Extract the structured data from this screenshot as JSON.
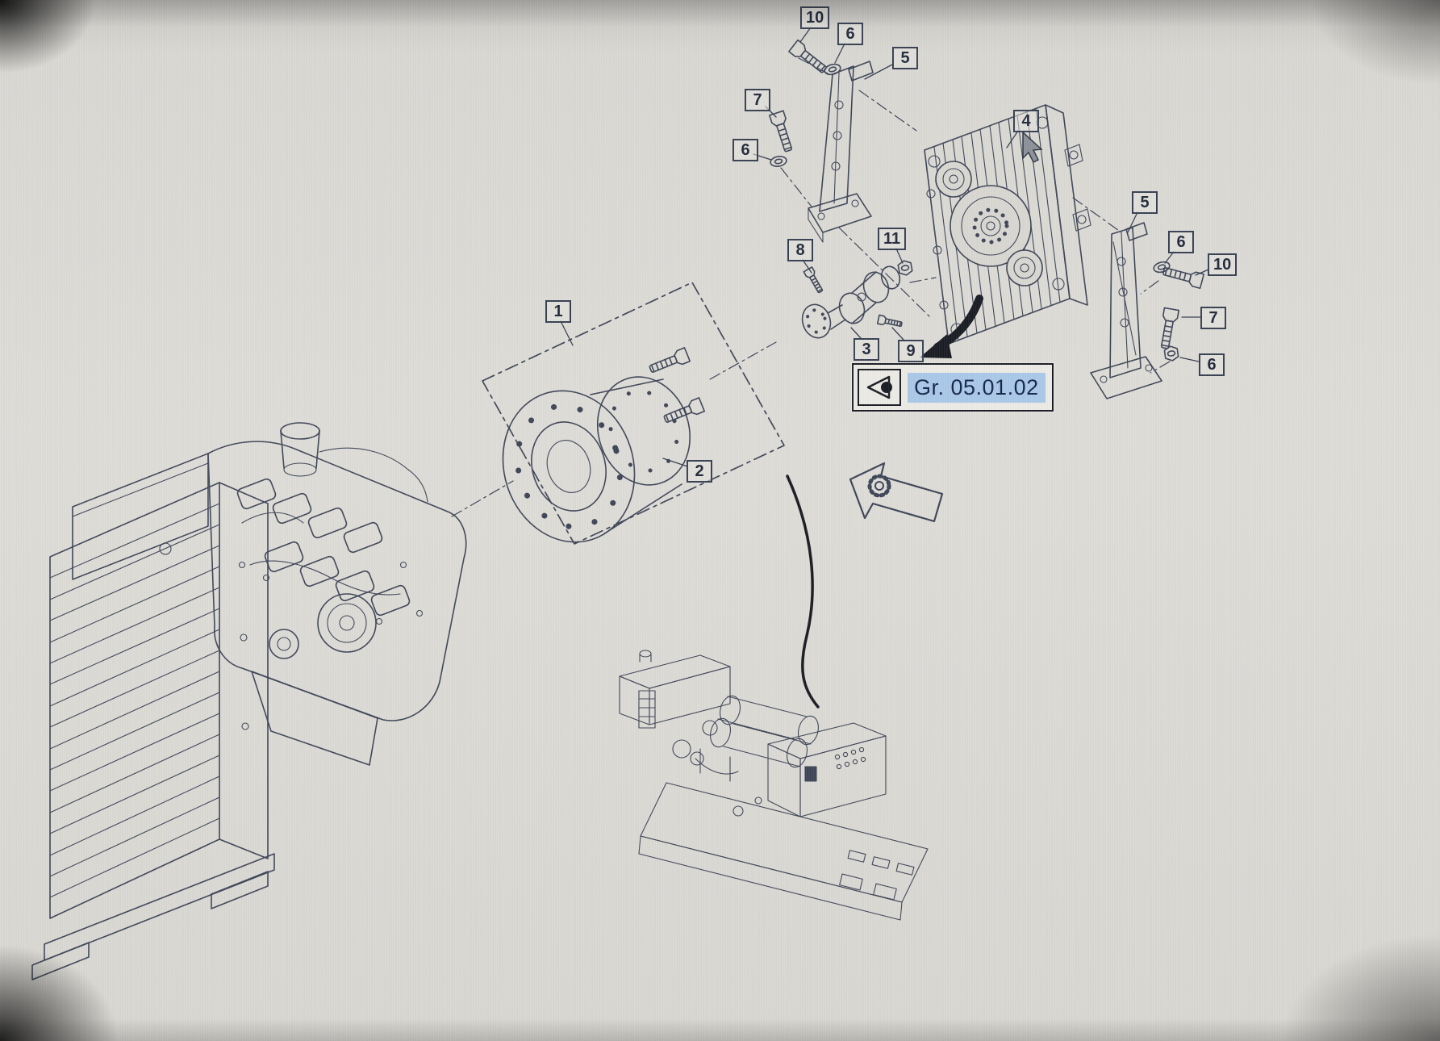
{
  "diagram": {
    "type": "exploded-parts-diagram",
    "background_color": "#d8d6d1",
    "line_color": "#3a4254",
    "callouts": [
      {
        "label": "10"
      },
      {
        "label": "6"
      },
      {
        "label": "5"
      },
      {
        "label": "7"
      },
      {
        "label": "6"
      },
      {
        "label": "4"
      },
      {
        "label": "5"
      },
      {
        "label": "6"
      },
      {
        "label": "10"
      },
      {
        "label": "7"
      },
      {
        "label": "6"
      },
      {
        "label": "8"
      },
      {
        "label": "11"
      },
      {
        "label": "3"
      },
      {
        "label": "9"
      },
      {
        "label": "1"
      },
      {
        "label": "2"
      }
    ],
    "reference": {
      "label": "Gr. 05.01.02",
      "icon": "eye-icon",
      "highlight_color": "#a9c7e8"
    },
    "icons": {
      "eye": "eye-icon",
      "gear_arrow": "gear-arrow-icon",
      "curved_arrow": "curved-arrow-icon",
      "cursor": "mouse-cursor-icon"
    }
  }
}
